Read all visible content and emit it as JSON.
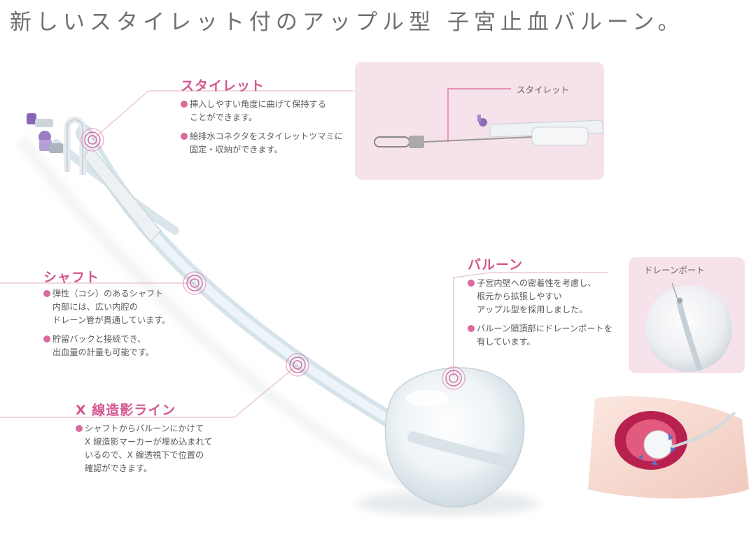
{
  "title": "新しいスタイレット付のアップル型 子宮止血バルーン。",
  "colors": {
    "accent": "#d4578f",
    "bullet": "#d86a9d",
    "panel": "#f6e2ea",
    "line": "#e6aec6"
  },
  "sections": {
    "stylet": {
      "heading": "スタイレット",
      "bullets": [
        "挿入しやすい角度に曲げて保持する\nことができます。",
        "給排水コネクタをスタイレットツマミに\n固定・収納ができます。"
      ]
    },
    "shaft": {
      "heading": "シャフト",
      "bullets": [
        "弾性（コシ）のあるシャフト\n内部には、広い内腔の\nドレーン管が貫通しています。",
        "貯留バックと接続でき、\n出血量の計量も可能です。"
      ]
    },
    "xray": {
      "heading": "X 線造影ライン",
      "bullets": [
        "シャフトからバルーンにかけて\nX 線造影マーカーが埋め込まれて\nいるので、X 線透視下で位置の\n確認ができます。"
      ]
    },
    "balloon": {
      "heading": "バルーン",
      "bullets": [
        "子宮内壁への密着性を考慮し、\n根元から拡張しやすい\nアップル型を採用しました。",
        "バルーン頭頂部にドレーンポートを\n有しています。"
      ]
    }
  },
  "insets": {
    "stylet_label": "スタイレット",
    "drain_port_label": "ドレーンポート"
  }
}
